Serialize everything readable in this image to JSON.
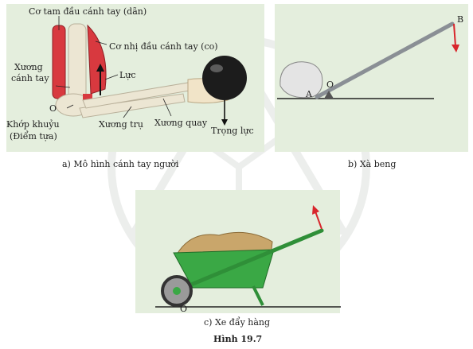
{
  "figure": {
    "title": "Hình 19.7",
    "panel_a": {
      "caption": "a) Mô hình cánh tay người",
      "labels": {
        "triceps": "Cơ tam đầu cánh tay (dãn)",
        "biceps": "Cơ nhị đầu cánh tay (co)",
        "humerus_line1": "Xương",
        "humerus_line2": "cánh tay",
        "force": "Lực",
        "point_o": "O",
        "elbow_line1": "Khớp khuỷu",
        "elbow_line2": "(Điểm tựa)",
        "ulna": "Xương trụ",
        "radius": "Xương quay",
        "gravity": "Trọng lực"
      }
    },
    "panel_b": {
      "caption": "b) Xà beng",
      "labels": {
        "point_b": "B",
        "point_o": "O",
        "point_a": "A"
      }
    },
    "panel_c": {
      "caption": "c) Xe đẩy hàng",
      "labels": {
        "point_o": "O"
      }
    },
    "colors": {
      "panel_background": "#e4eedd",
      "muscle": "#d8393f",
      "bone": "#ece6d3",
      "arrow_red": "#d8262c",
      "wheelbarrow": "#3aa845",
      "lever": "#8a8f95"
    }
  }
}
